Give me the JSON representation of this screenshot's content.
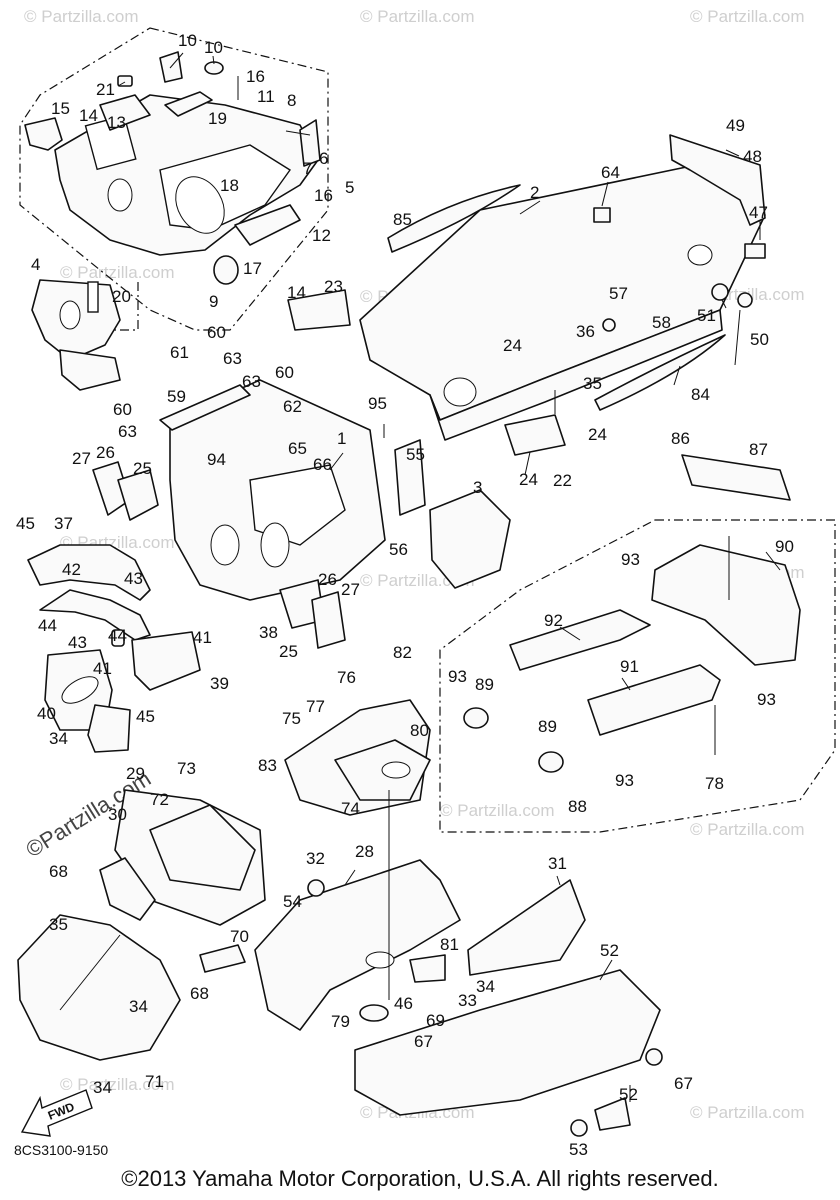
{
  "copyright": "©2013  Yamaha Motor Corporation, U.S.A. All rights reserved.",
  "diagram_code": "8CS3100-9150",
  "fwd_label": "FWD",
  "watermark_big": "©Partzilla.com",
  "watermarks": [
    "© Partzilla.com",
    "© Partzilla.com",
    "© Partzilla.com",
    "© Partzilla.com",
    "© Partzilla.com",
    "© Partzilla.com",
    "© Partzilla.com",
    "© Partzilla.com",
    "© Partzilla.com",
    "© Partzilla.com",
    "© Partzilla.com",
    "© Partzilla.com",
    "© Partzilla.com",
    "© Partzilla.com"
  ],
  "callouts": [
    "10",
    "10",
    "21",
    "16",
    "11",
    "8",
    "15",
    "14",
    "13",
    "19",
    "7",
    "6",
    "16",
    "5",
    "18",
    "17",
    "12",
    "14",
    "9",
    "4",
    "20",
    "23",
    "2",
    "64",
    "85",
    "49",
    "48",
    "47",
    "57",
    "51",
    "50",
    "58",
    "36",
    "24",
    "35",
    "84",
    "60",
    "61",
    "63",
    "63",
    "60",
    "62",
    "59",
    "60",
    "63",
    "95",
    "1",
    "24",
    "22",
    "24",
    "65",
    "66",
    "55",
    "3",
    "94",
    "27",
    "26",
    "25",
    "45",
    "37",
    "42",
    "43",
    "56",
    "26",
    "27",
    "38",
    "25",
    "44",
    "43",
    "44",
    "41",
    "41",
    "39",
    "40",
    "45",
    "34",
    "29",
    "86",
    "87",
    "90",
    "93",
    "92",
    "91",
    "93",
    "89",
    "89",
    "93",
    "93",
    "88",
    "78",
    "82",
    "76",
    "77",
    "75",
    "83",
    "80",
    "74",
    "73",
    "72",
    "30",
    "68",
    "32",
    "28",
    "35",
    "34",
    "34",
    "71",
    "70",
    "68",
    "54",
    "81",
    "31",
    "52",
    "46",
    "34",
    "33",
    "69",
    "79",
    "67",
    "67",
    "53",
    "52"
  ]
}
